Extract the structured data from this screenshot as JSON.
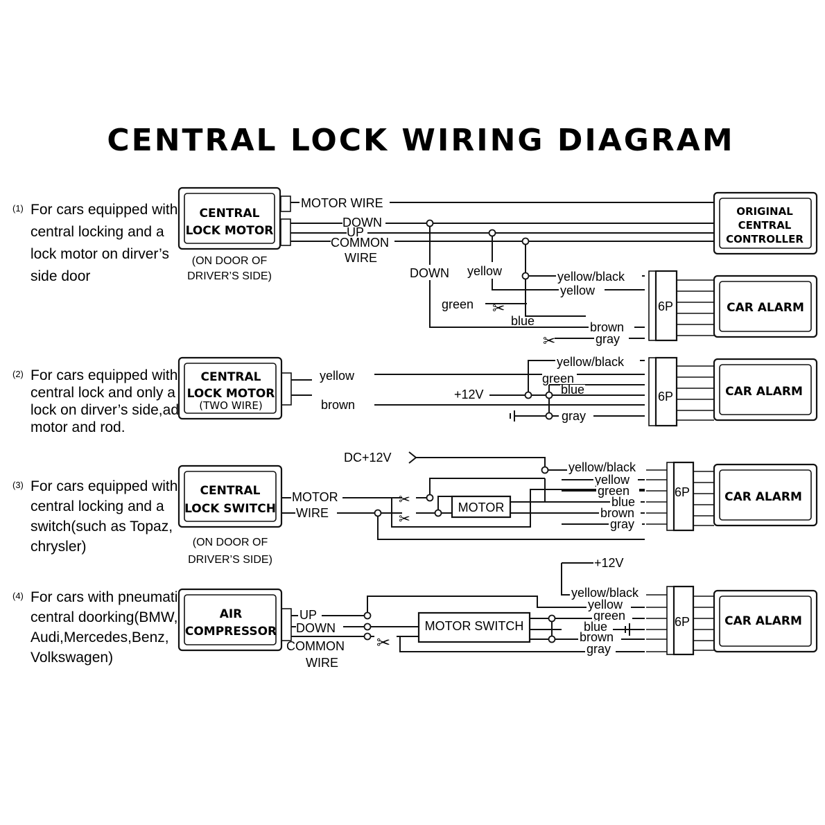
{
  "title": "CENTRAL LOCK WIRING DIAGRAM",
  "sections": [
    {
      "num": "(1)",
      "desc_lines": [
        "For cars equipped with",
        "central locking and a",
        "lock motor on dirver’s",
        "side door"
      ],
      "device_lines": [
        "CENTRAL",
        "LOCK MOTOR"
      ],
      "device_note_lines": [
        "(ON DOOR OF",
        "DRIVER’S SIDE)"
      ],
      "wires": {
        "motor_wire": "MOTOR WIRE",
        "down": "DOWN",
        "up": "UP",
        "common": "COMMON",
        "wire": "WIRE"
      },
      "controller_lines": [
        "ORIGINAL",
        "CENTRAL",
        "CONTROLLER"
      ],
      "branch_labels": {
        "down": "DOWN",
        "yellow": "yellow",
        "green": "green",
        "blue": "blue"
      },
      "connector_wires": [
        "yellow/black",
        "yellow",
        "brown",
        "gray"
      ],
      "connector": "6P",
      "alarm": "CAR ALARM"
    },
    {
      "num": "(2)",
      "desc_lines": [
        "For cars equipped with",
        "central lock and only a",
        "lock  on dirver’s side,add",
        "motor and rod."
      ],
      "device_lines": [
        "CENTRAL",
        "LOCK MOTOR",
        "(TWO WIRE)"
      ],
      "wires": {
        "yellow": "yellow",
        "brown": "brown",
        "plus12": "+12V"
      },
      "connector_wires": [
        "yellow/black",
        "green",
        "blue",
        "gray"
      ],
      "connector": "6P",
      "alarm": "CAR ALARM"
    },
    {
      "num": "(3)",
      "desc_lines": [
        "For cars equipped with",
        "central locking  and a",
        "switch(such as Topaz,",
        "chrysler)"
      ],
      "device_lines": [
        "CENTRAL",
        "LOCK SWITCH"
      ],
      "device_note_lines": [
        "(ON DOOR OF",
        "DRIVER’S SIDE)"
      ],
      "wires": {
        "motor": "MOTOR",
        "wire": "WIRE",
        "dc12": "DC+12V"
      },
      "motor_box": "MOTOR",
      "connector_wires": [
        "yellow/black",
        "yellow",
        "green",
        "blue",
        "brown",
        "gray"
      ],
      "connector": "6P",
      "alarm": "CAR ALARM"
    },
    {
      "num": "(4)",
      "desc_lines": [
        "For cars  with pneumatic",
        "central doorking(BMW,",
        "Audi,Mercedes,Benz,",
        "Volkswagen)"
      ],
      "device_lines": [
        "AIR",
        "COMPRESSOR"
      ],
      "wires": {
        "up": "UP",
        "down": "DOWN",
        "common": "COMMON",
        "wire": "WIRE",
        "plus12": "+12V"
      },
      "switch_box": "MOTOR SWITCH",
      "connector_wires": [
        "yellow/black",
        "yellow",
        "green",
        "blue",
        "brown",
        "gray"
      ],
      "connector": "6P",
      "alarm": "CAR ALARM"
    }
  ]
}
